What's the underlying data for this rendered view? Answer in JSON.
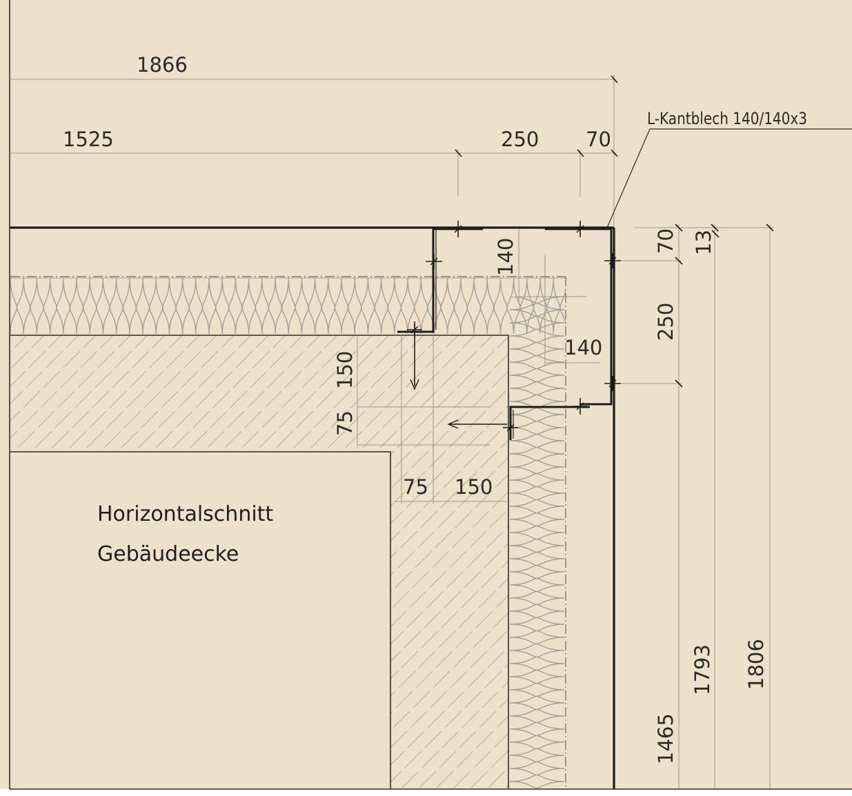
{
  "drawing": {
    "title_line1": "Horizontalschnitt",
    "title_line2": "Gebäudeecke",
    "annotation": "L-Kantblech 140/140x3",
    "colors": {
      "paper": "#ede2c9",
      "line": "#1c1c1c",
      "helper": "#9c9890",
      "insulation": "#a39f99"
    }
  },
  "dimensions": {
    "top": {
      "d1866": "1866",
      "d1525": "1525",
      "d250": "250",
      "d70": "70"
    },
    "right": {
      "d70": "70",
      "d13": "13",
      "d250": "250",
      "d1465": "1465",
      "d1793": "1793",
      "d1806": "1806"
    },
    "detail": {
      "d140_vertical": "140",
      "d140_horizontal": "140",
      "d150_vertical": "150",
      "d75_vertical": "75",
      "d75_horizontal": "75",
      "d150_horizontal": "150"
    }
  }
}
